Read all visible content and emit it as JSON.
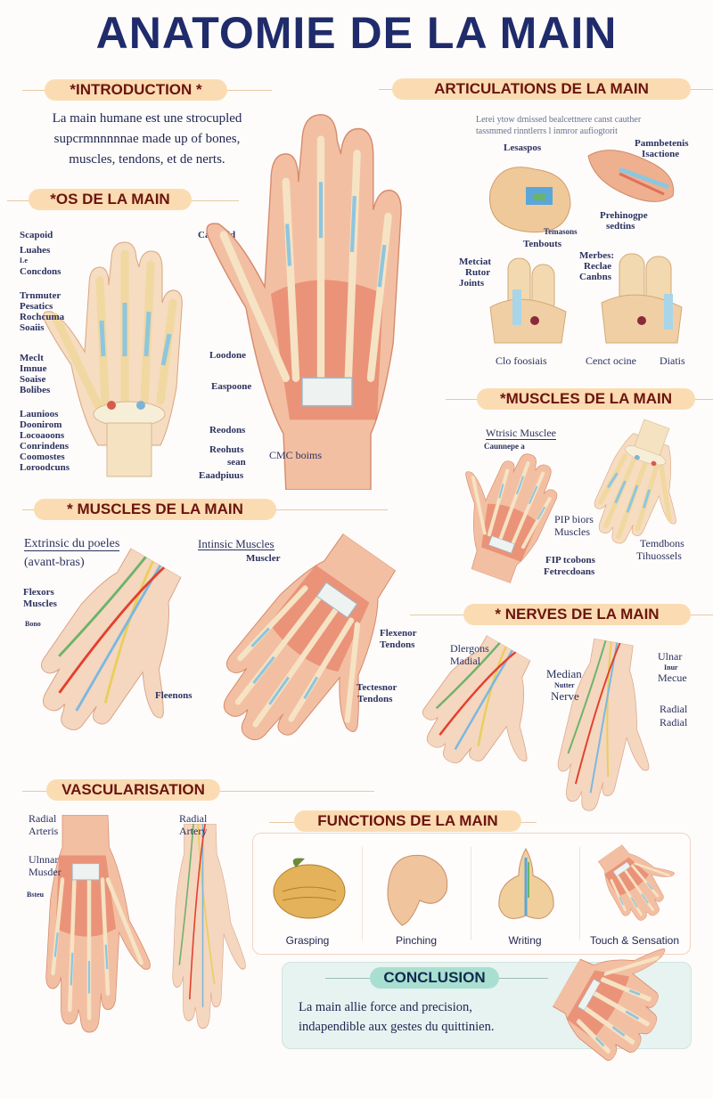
{
  "title": "ANATOMIE DE LA MAIN",
  "colors": {
    "title": "#1f2b6b",
    "pill": "#fbdcb2",
    "pill_text": "#6b1410",
    "conclusion_pill": "#a9dfd0",
    "skin": "#f3bfa2",
    "muscle": "#e26f58",
    "bone": "#f3dfb0",
    "tendon": "#8ec6de"
  },
  "intro": {
    "heading": "*INTRODUCTION *",
    "lines": [
      "La main humane est une strocupled",
      "supcrmnnnnnae made up of bones,",
      "muscles, tendons, et de nerts."
    ]
  },
  "bones": {
    "heading": "*OS DE LA MAIN",
    "left_labels": [
      "Scapoid",
      "Luahes",
      "Le",
      "Concdons",
      "Trnmuter",
      "Pesatics",
      "Rochcuma",
      "Soaiis",
      "Meclt",
      "Imnue",
      "Soaise",
      "Bolibes",
      "Launioos",
      "Doonirom",
      "Locoaoons",
      "Conrindens",
      "Coomostes",
      "Loroodcuns"
    ],
    "right_labels": [
      "Carpaiid",
      "Loodone",
      "Easpoone",
      "Reodons",
      "Reohuts",
      "sean",
      "Eaadpiuus"
    ]
  },
  "central": {
    "label": "CMC boims"
  },
  "articulations": {
    "heading": "ARTICULATIONS DE LA MAIN",
    "labels": [
      "Lerei ytow drnissed bealcettnere canst cauther",
      "tassmmed rinntlerrs   l inmror  aufiogtorit",
      "Lesaspos",
      "Pamnbetenis",
      "Isactione",
      "Prehinogpe",
      "sedtins",
      "Temasons",
      "Tenbouts",
      "Metciat",
      "Rutor",
      "Joints",
      "Merbes:",
      "Reclae",
      "Canbns",
      "Clo foosiais",
      "Cenct ocine",
      "Diatis"
    ]
  },
  "muscles_left": {
    "heading": "* MUSCLES DE LA MAIN",
    "labels": [
      "Extrinsic du poeles",
      "(avant-bras)",
      "Intinsic Muscles",
      "Muscler",
      "Flexors",
      "Muscles",
      "Bono",
      "Fleenons",
      "Flexenor",
      "Tendons",
      "Tectesnor",
      "Tendons"
    ]
  },
  "muscles_right": {
    "heading": "*MUSCLES DE LA MAIN",
    "labels": [
      "Wtrisic Musclee",
      "Caunnepe a",
      "PIP biors",
      "Muscles",
      "FIP tcobons",
      "Fetrecdoans",
      "Temdbons",
      "Tihuossels"
    ]
  },
  "nerves": {
    "heading": "* NERVES DE LA MAIN",
    "labels": [
      "Dlergons",
      "Madial",
      "Median",
      "Nutter",
      "Nerve",
      "Ulnar",
      "Inur",
      "Mecue",
      "Radial",
      "Radial"
    ]
  },
  "vascular": {
    "heading": "VASCULARISATION",
    "labels": [
      "Radial",
      "Arteris",
      "Ulnnar",
      "Musder",
      "Bsteu",
      "Radial",
      "Artery"
    ]
  },
  "functions": {
    "heading": "FUNCTIONS DE LA MAIN",
    "items": [
      "Grasping",
      "Pinching",
      "Writing",
      "Touch & Sensation"
    ]
  },
  "conclusion": {
    "heading": "CONCLUSION",
    "lines": [
      "La main allie force and precision,",
      "indapendible aux gestes du quittinien."
    ]
  }
}
